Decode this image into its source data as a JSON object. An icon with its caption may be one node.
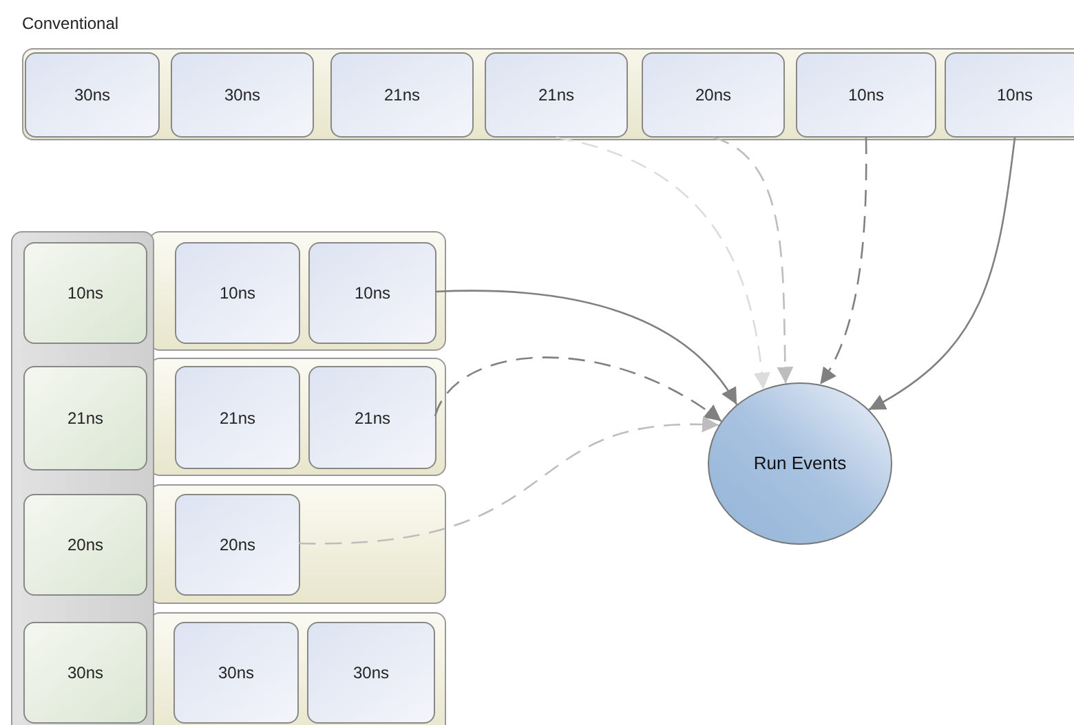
{
  "diagram": {
    "nodes": [
      {
        "text": [
          "Conventional"
        ]
      },
      {
        "text": [
          "30ns"
        ],
        "in": 0
      },
      {
        "text": [
          "30ns"
        ],
        "in": 0
      },
      {
        "text": [
          "21ns"
        ],
        "in": 0
      },
      {
        "text": [
          "21ns"
        ],
        "in": 0
      },
      {
        "text": [
          "20ns"
        ],
        "in": 0
      },
      {
        "text": [
          "10ns"
        ],
        "in": 0
      },
      {
        "text": [
          "10ns"
        ],
        "in": 0
      },
      {
        "text": [],
        "shape": "box"
      },
      {
        "text": [
          "10ns"
        ],
        "in": 8
      },
      {
        "text": [
          "21ns"
        ],
        "in": 8
      },
      {
        "text": [
          "20ns"
        ],
        "in": 8
      },
      {
        "text": [
          "30ns"
        ],
        "in": 8
      },
      {
        "text": [],
        "shape": "box"
      },
      {
        "text": [
          "10ns"
        ],
        "in": 13
      },
      {
        "text": [
          "10ns"
        ],
        "in": 13
      },
      {
        "text": [],
        "shape": "box"
      },
      {
        "text": [
          "21ns"
        ],
        "in": 16
      },
      {
        "text": [
          "21ns"
        ],
        "in": 16
      },
      {
        "text": [],
        "shape": "box"
      },
      {
        "text": [
          "20ns"
        ],
        "in": 19
      },
      {
        "text": [],
        "shape": "box"
      },
      {
        "text": [
          "30ns"
        ],
        "in": 21
      },
      {
        "text": [
          "30ns"
        ],
        "in": 21
      },
      {
        "text": [
          "Run Events"
        ]
      }
    ],
    "edges": [
      {
        "from": 4,
        "to": 24,
        "arrow": "to",
        "style": "dashed",
        "color": "#dcdcdc"
      },
      {
        "from": 5,
        "to": 24,
        "arrow": "to",
        "style": "dashed",
        "color": "#bdbdbd"
      },
      {
        "from": 6,
        "to": 24,
        "arrow": "to",
        "style": "dashed"
      },
      {
        "from": 7,
        "to": 24,
        "arrow": "to"
      },
      {
        "from": 15,
        "to": 24,
        "arrow": "to"
      },
      {
        "from": 18,
        "to": 24,
        "arrow": "to",
        "style": "dashed"
      },
      {
        "from": 20,
        "to": 24,
        "arrow": "to",
        "style": "dashed",
        "color": "#bdbdbd"
      }
    ]
  }
}
